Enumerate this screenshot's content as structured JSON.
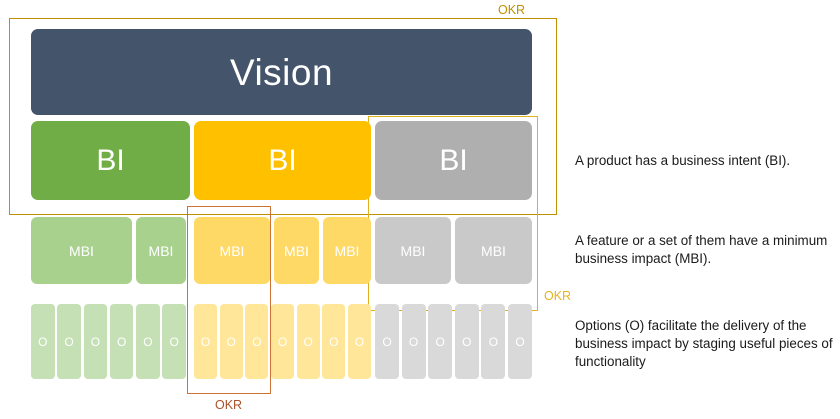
{
  "diagram": {
    "vision": {
      "label": "Vision"
    },
    "bi_row": [
      {
        "label": "BI",
        "color": "#70AD47",
        "tone": "green"
      },
      {
        "label": "BI",
        "color": "#FFC000",
        "tone": "yellow"
      },
      {
        "label": "BI",
        "color": "#AFAFAF",
        "tone": "gray"
      }
    ],
    "mbi_row": [
      {
        "label": "MBI",
        "tone": "green"
      },
      {
        "label": "MBI",
        "tone": "green"
      },
      {
        "label": "MBI",
        "tone": "yellow"
      },
      {
        "label": "MBI",
        "tone": "yellow"
      },
      {
        "label": "MBI",
        "tone": "yellow"
      },
      {
        "label": "MBI",
        "tone": "gray"
      },
      {
        "label": "MBI",
        "tone": "gray"
      }
    ],
    "options_row": {
      "label": "O",
      "green_count": 6,
      "yellow_count": 7,
      "gray_count": 6,
      "total": 19
    },
    "okr_groups": [
      {
        "name": "vision-okr",
        "label": "OKR",
        "color": "#BF9000"
      },
      {
        "name": "gray-okr",
        "label": "OKR",
        "color": "#E6B422"
      },
      {
        "name": "yellow-okr",
        "label": "OKR",
        "color": "#A9522A"
      }
    ]
  },
  "descriptions": [
    {
      "id": "bi-desc",
      "text": "A product has a business intent (BI)."
    },
    {
      "id": "mbi-desc",
      "text": "A feature or a set of them have a minimum business impact (MBI)."
    },
    {
      "id": "opt-desc",
      "text": "Options (O) facilitate the delivery of the business impact by staging useful pieces of functionality"
    }
  ]
}
